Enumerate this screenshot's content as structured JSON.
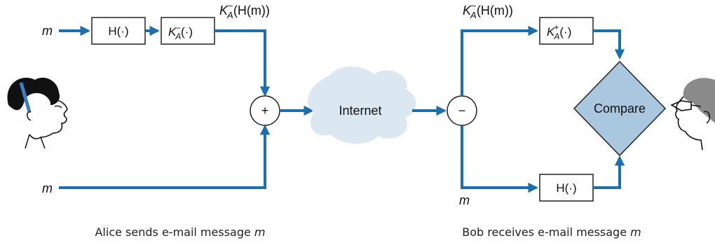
{
  "colors": {
    "arrow": "#1a6fae",
    "cloud": "#dce8f1",
    "compare_fill": "#a9c8e0",
    "box_stroke": "#222222"
  },
  "alice": {
    "input_top": "m",
    "input_bottom": "m",
    "hash_box": "H(·)",
    "private_key_box": {
      "k": "K",
      "sub": "A",
      "sup": "–",
      "tail": "(·)"
    },
    "signature_label": {
      "k": "K",
      "sub": "A",
      "sup": "–",
      "tail": "(H(m))"
    },
    "combine_op": "+",
    "caption_prefix": "Alice sends e-mail message ",
    "caption_var": "m",
    "avatar_icon": "alice-face-icon"
  },
  "network": {
    "label": "Internet",
    "icon": "cloud-icon"
  },
  "bob": {
    "split_op": "−",
    "signature_label": {
      "k": "K",
      "sub": "A",
      "sup": "–",
      "tail": "(H(m))"
    },
    "public_key_box": {
      "k": "K",
      "sub": "A",
      "sup": "+",
      "tail": "(·)"
    },
    "message_label": "m",
    "hash_box": "H(·)",
    "compare_label": "Compare",
    "caption_prefix": "Bob receives e-mail message ",
    "caption_var": "m",
    "avatar_icon": "bob-face-icon"
  }
}
